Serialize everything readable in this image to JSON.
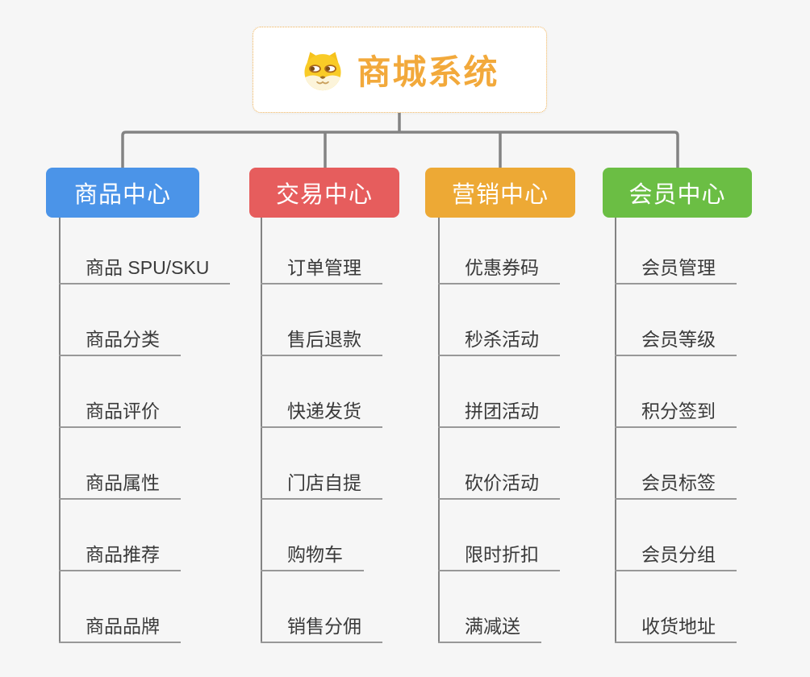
{
  "root": {
    "title": "商城系统",
    "icon": "shiba-dog-icon"
  },
  "branches": [
    {
      "label": "商品中心",
      "color": "#4b94e8",
      "items": [
        "商品 SPU/SKU",
        "商品分类",
        "商品评价",
        "商品属性",
        "商品推荐",
        "商品品牌"
      ]
    },
    {
      "label": "交易中心",
      "color": "#e65d5d",
      "items": [
        "订单管理",
        "售后退款",
        "快递发货",
        "门店自提",
        "购物车",
        "销售分佣"
      ]
    },
    {
      "label": "营销中心",
      "color": "#eda935",
      "items": [
        "优惠券码",
        "秒杀活动",
        "拼团活动",
        "砍价活动",
        "限时折扣",
        "满减送"
      ]
    },
    {
      "label": "会员中心",
      "color": "#6bbe44",
      "items": [
        "会员管理",
        "会员等级",
        "积分签到",
        "会员标签",
        "会员分组",
        "收货地址"
      ]
    }
  ],
  "colors": {
    "connector": "#838383",
    "underline": "#989898",
    "root_accent": "#f2a93b",
    "background": "#f6f6f6"
  }
}
